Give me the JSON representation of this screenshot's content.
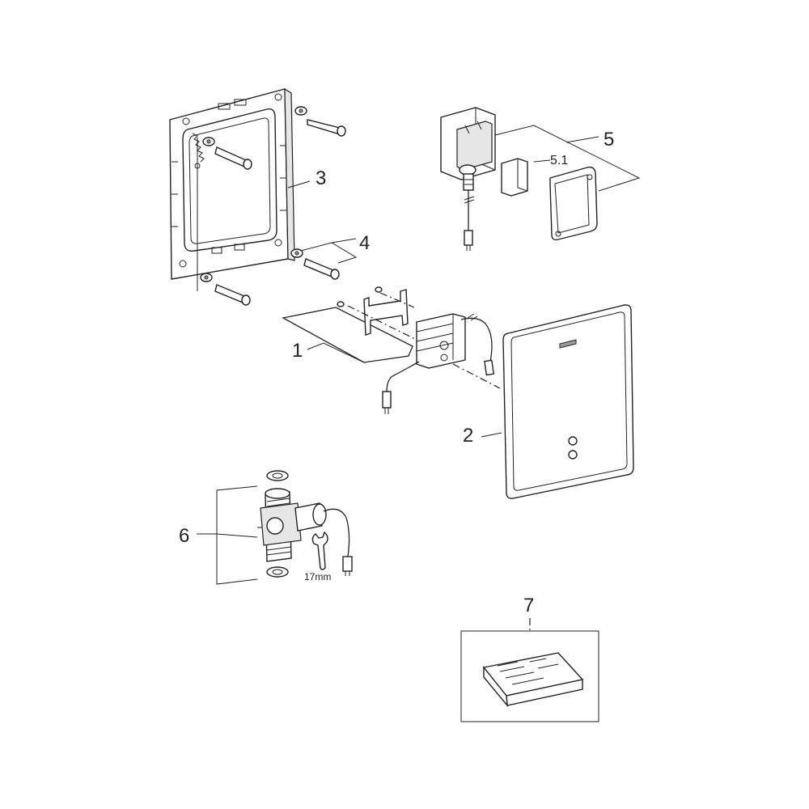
{
  "labels": {
    "part_1": "1",
    "part_2": "2",
    "part_3": "3",
    "part_4": "4",
    "part_5": "5",
    "part_5_1": "5.1",
    "part_6": "6",
    "part_7": "7",
    "wrench_size": "17mm"
  },
  "colors": {
    "line": "#222222",
    "shade": "#e6e6e6"
  }
}
